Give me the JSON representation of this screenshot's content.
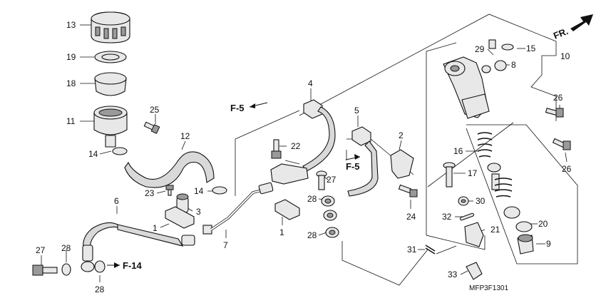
{
  "diagram": {
    "callouts": [
      "1",
      "1",
      "2",
      "3",
      "4",
      "5",
      "6",
      "7",
      "8",
      "9",
      "10",
      "11",
      "12",
      "13",
      "14",
      "14",
      "15",
      "16",
      "17",
      "18",
      "19",
      "20",
      "21",
      "22",
      "23",
      "24",
      "25",
      "26",
      "26",
      "27",
      "27",
      "28",
      "28",
      "28",
      "28",
      "29",
      "30",
      "31",
      "32",
      "33"
    ],
    "refs": {
      "f5_a": "F-5",
      "f5_b": "F-5",
      "f14": "F-14",
      "front": "FR."
    },
    "drawing_code": "MFP3F1301"
  }
}
